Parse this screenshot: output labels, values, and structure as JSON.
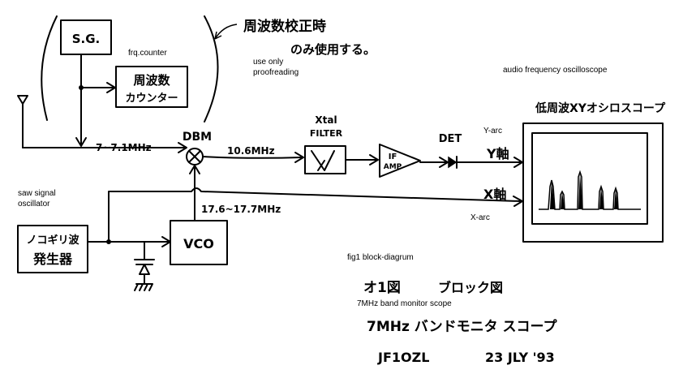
{
  "blocks": {
    "sg": "S.G.",
    "counter_line1": "周波数",
    "counter_line2": "カウンター",
    "dbm": "DBM",
    "xtal_line1": "Xtal",
    "xtal_line2": "FILTER",
    "if_line1": "IF",
    "if_line2": "AMP",
    "det": "DET",
    "vco": "VCO",
    "saw_line1": "ノコギリ波",
    "saw_line2": "発生器",
    "scope_title": "低周波XYオシロスコープ"
  },
  "signals": {
    "rf_in": "7~7.1MHz",
    "if_out": "10.6MHz",
    "lo": "17.6~17.7MHz",
    "y_axis": "Y軸",
    "x_axis": "X軸"
  },
  "annotations": {
    "calib_line1": "周波数校正時",
    "calib_line2": "のみ使用する。",
    "use_only_line1": "use only",
    "use_only_line2": "proofreading",
    "frq_counter": "frq.counter",
    "audio_scope": "audio frequency oscilloscope",
    "y_arc": "Y-arc",
    "x_arc": "X-arc",
    "saw_line1": "saw signal",
    "saw_line2": "oscillator",
    "fig": "fig1 block-diagrum",
    "band_scope": "7MHz band monitor scope"
  },
  "caption": {
    "fig_title": "オ1図",
    "block": "ブロック図",
    "title": "7MHz バンドモニタ スコープ",
    "callsign": "JF1OZL",
    "date": "23 JLY '93"
  }
}
